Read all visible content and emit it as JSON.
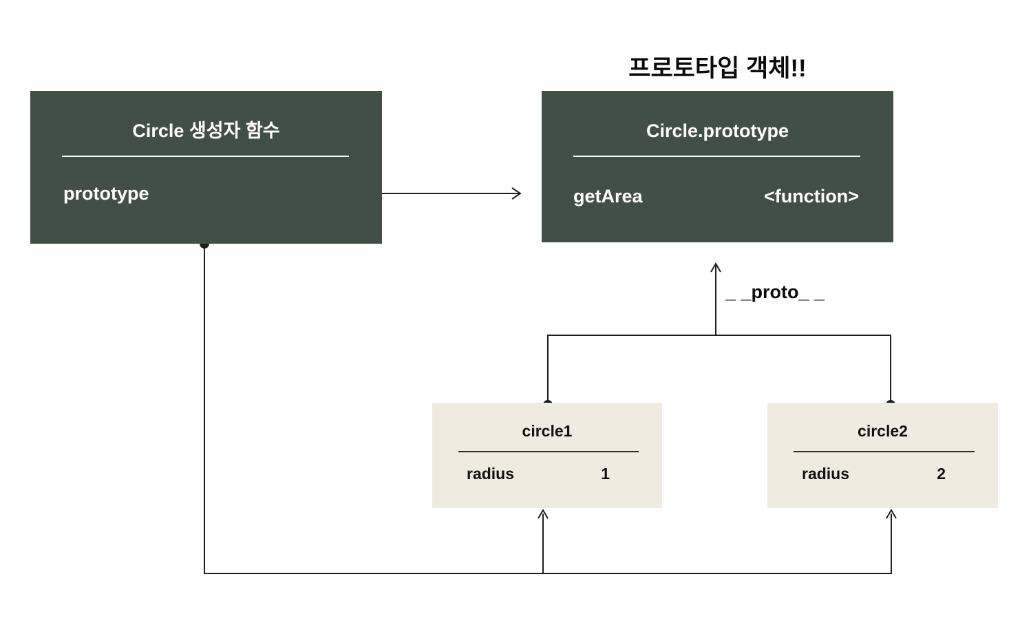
{
  "diagram": {
    "heading": "프로토타입 객체!!",
    "constructor_box": {
      "title": "Circle 생성자 함수",
      "property_label": "prototype"
    },
    "prototype_box": {
      "title": "Circle.prototype",
      "method_name": "getArea",
      "method_value": "<function>"
    },
    "proto_link_label": "_ _proto_ _",
    "instances": [
      {
        "title": "circle1",
        "property_label": "radius",
        "property_value": "1"
      },
      {
        "title": "circle2",
        "property_label": "radius",
        "property_value": "2"
      }
    ],
    "colors": {
      "box_dark": "#424F47",
      "box_light": "#F0EBE0",
      "wire": "#1E1E1E",
      "text_light": "#FFFFFF",
      "text_dark": "#111111"
    }
  }
}
